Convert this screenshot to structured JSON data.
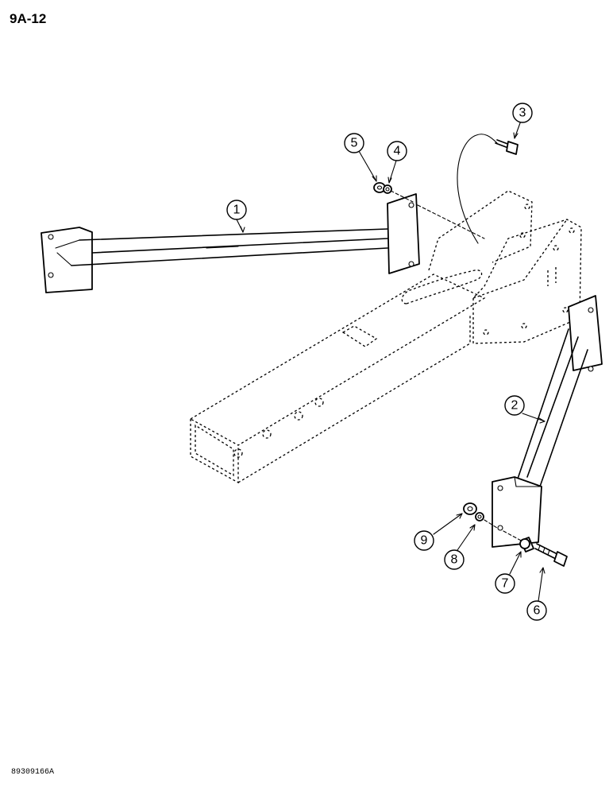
{
  "page_id": "9A-12",
  "footer_code": "89309166A",
  "callouts": [
    {
      "label": "1",
      "part": "cross-arm-left"
    },
    {
      "label": "2",
      "part": "brace-right"
    },
    {
      "label": "3",
      "part": "bolt-top"
    },
    {
      "label": "4",
      "part": "lock-washer-top"
    },
    {
      "label": "5",
      "part": "nut-top"
    },
    {
      "label": "6",
      "part": "bolt-bottom"
    },
    {
      "label": "7",
      "part": "spacer-bottom"
    },
    {
      "label": "8",
      "part": "lock-washer-bottom"
    },
    {
      "label": "9",
      "part": "nut-bottom"
    }
  ]
}
